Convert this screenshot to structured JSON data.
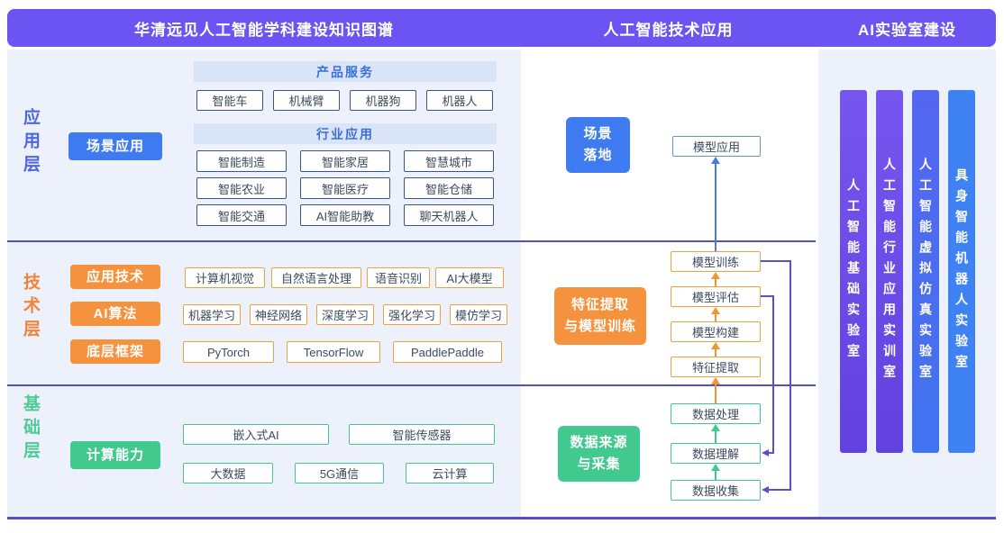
{
  "header": {
    "left_title": "华清远见人工智能学科建设知识图谱",
    "middle_title": "人工智能技术应用",
    "right_title": "AI实验室建设"
  },
  "application_layer": {
    "side_label": "应用层",
    "scene_label": "场景应用",
    "product_band": "产品服务",
    "product_items": [
      "智能车",
      "机械臂",
      "机器狗",
      "机器人"
    ],
    "industry_band": "行业应用",
    "industry_items": [
      "智能制造",
      "智能家居",
      "智慧城市",
      "智能农业",
      "智能医疗",
      "智能仓储",
      "智能交通",
      "AI智能助教",
      "聊天机器人"
    ]
  },
  "technology_layer": {
    "side_label": "技术层",
    "rows": [
      {
        "label": "应用技术",
        "items": [
          "计算机视觉",
          "自然语言处理",
          "语音识别",
          "AI大模型"
        ]
      },
      {
        "label": "AI算法",
        "items": [
          "机器学习",
          "神经网络",
          "深度学习",
          "强化学习",
          "模仿学习"
        ]
      },
      {
        "label": "底层框架",
        "items": [
          "PyTorch",
          "TensorFlow",
          "PaddlePaddle"
        ]
      }
    ]
  },
  "foundation_layer": {
    "side_label": "基础层",
    "compute_label": "计算能力",
    "row1_items": [
      "嵌入式AI",
      "智能传感器"
    ],
    "row2_items": [
      "大数据",
      "5G通信",
      "云计算"
    ]
  },
  "pipeline": {
    "scene_line1": "场景",
    "scene_line2": "落地",
    "model_app": "模型应用",
    "train_line1": "特征提取",
    "train_line2": "与模型训练",
    "train_steps": [
      "模型训练",
      "模型评估",
      "模型构建",
      "特征提取"
    ],
    "data_line1": "数据来源",
    "data_line2": "与采集",
    "data_steps": [
      "数据处理",
      "数据理解",
      "数据收集"
    ]
  },
  "labs": {
    "pillars": [
      "人工智能基础实验室",
      "人工智能行业应用实训室",
      "人工智能虚拟仿真实验室",
      "具身智能机器人实验室"
    ]
  },
  "colors": {
    "header_purple": "#6c54f3",
    "divider_purple": "#564ec6",
    "panel_bg": "#edf1fb",
    "blue_accent": "#3e7bf0",
    "orange_accent": "#f5923e",
    "green_accent": "#42c98d",
    "band_bg": "#d9e5f7",
    "band_text": "#3b6fd6",
    "outline_navy": "#3a5680",
    "pillar_purple": "#6b4be6",
    "pillar_blue_violet": "#4a6ef0",
    "pillar_blue": "#3f82f4",
    "feedback_line": "#5a50c8"
  }
}
